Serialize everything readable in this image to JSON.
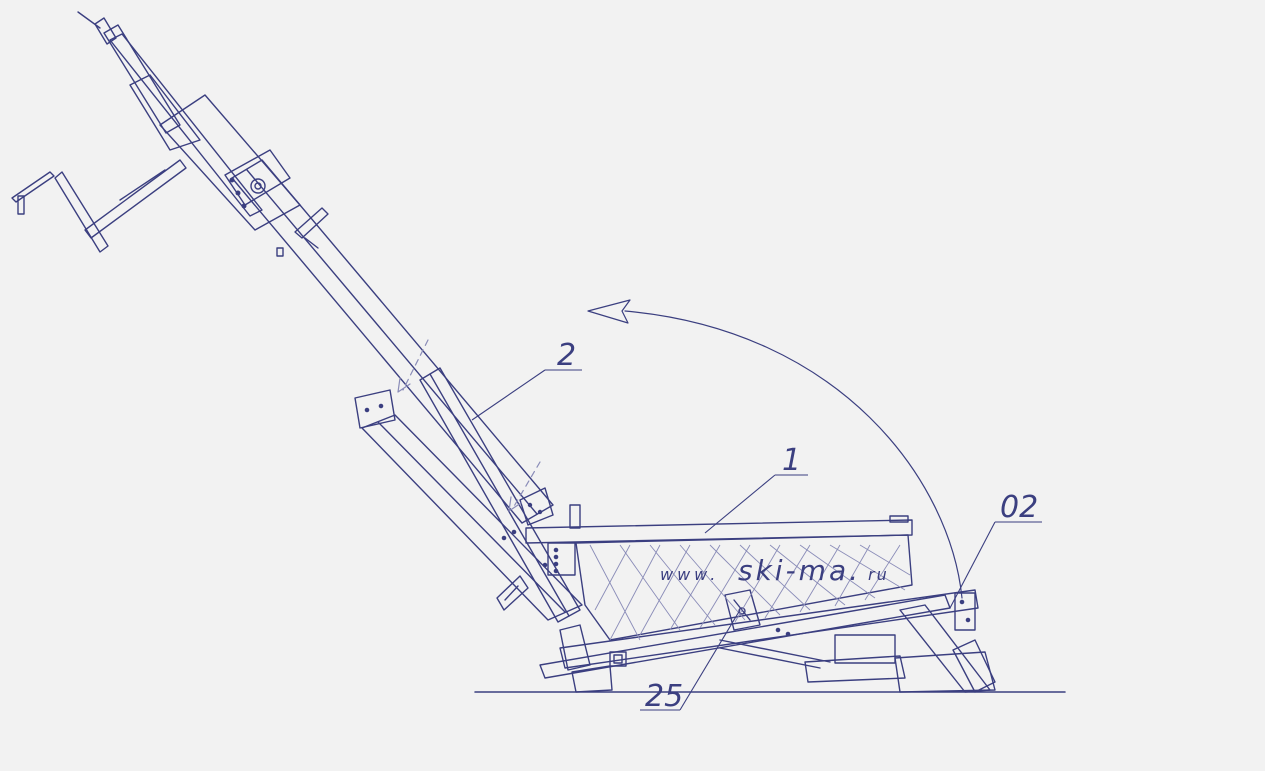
{
  "watermark": {
    "prefix": "www.",
    "main": "ski-ma.",
    "suffix": "ru"
  },
  "callouts": [
    {
      "id": "1",
      "label": "1"
    },
    {
      "id": "2",
      "label": "2"
    },
    {
      "id": "02",
      "label": "02"
    },
    {
      "id": "25",
      "label": "25"
    }
  ],
  "colors": {
    "background": "#f2f2f2",
    "ink": "#3b3f80",
    "ink_light": "#8a8cb8"
  }
}
